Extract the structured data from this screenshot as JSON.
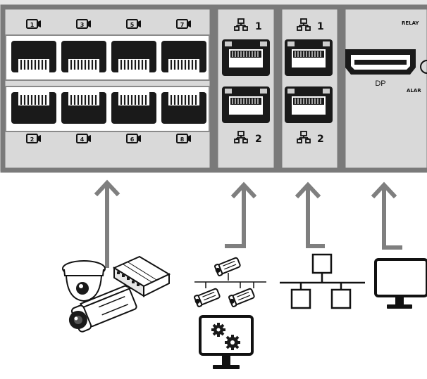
{
  "camera_port_numbers_top": [
    "1",
    "3",
    "5",
    "7"
  ],
  "camera_port_numbers_bottom": [
    "2",
    "4",
    "6",
    "8"
  ],
  "network_port_1": {
    "upper_label": "1",
    "lower_label": "2"
  },
  "network_port_2": {
    "upper_label": "1",
    "lower_label": "2"
  },
  "display_port_label": "DP",
  "right_edge_labels": {
    "top": "RELAY",
    "bottom": "ALAR"
  },
  "colors": {
    "panel_fill": "#e6e6e6",
    "frame": "#7a7a7a",
    "arrow": "#7f7f7f",
    "port": "#1a1a1a",
    "ink": "#111111"
  },
  "icons": [
    "camera-port-icon",
    "network-icon",
    "dome-camera-icon",
    "bullet-camera-icon",
    "poe-switch-icon",
    "network-topology-icon",
    "monitor-icon",
    "settings-monitor-icon"
  ]
}
